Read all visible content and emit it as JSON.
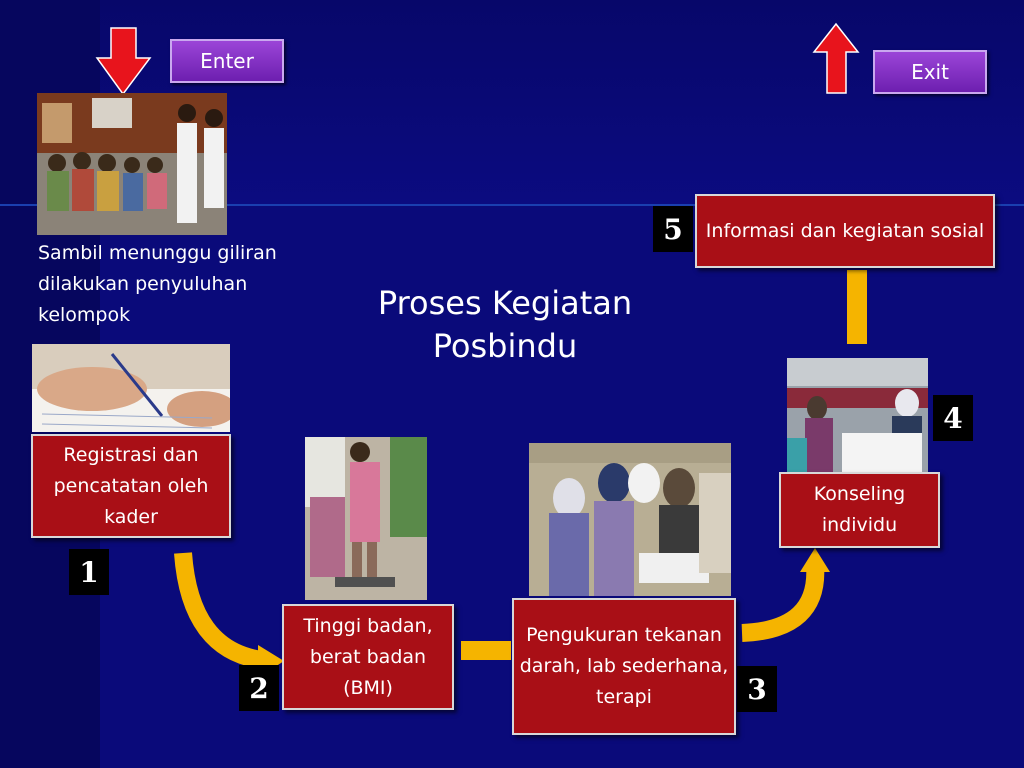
{
  "title": "Proses Kegiatan Posbindu",
  "buttons": {
    "enter": "Enter",
    "exit": "Exit"
  },
  "caption": "Sambil menunggu giliran dilakukan penyuluhan kelompok",
  "steps": [
    {
      "number": "1",
      "label": "Registrasi dan pencatatan oleh kader"
    },
    {
      "number": "2",
      "label": "Tinggi badan, berat badan (BMI)"
    },
    {
      "number": "3",
      "label": "Pengukuran tekanan darah, lab sederhana, terapi"
    },
    {
      "number": "4",
      "label": "Konseling individu"
    },
    {
      "number": "5",
      "label": "Informasi dan kegiatan sosial"
    }
  ],
  "colors": {
    "background": "#0a0a7a",
    "box": "#a90f16",
    "arrow": "#f5b400",
    "red_arrow": "#e8141c",
    "button": "#7e2cc4"
  }
}
